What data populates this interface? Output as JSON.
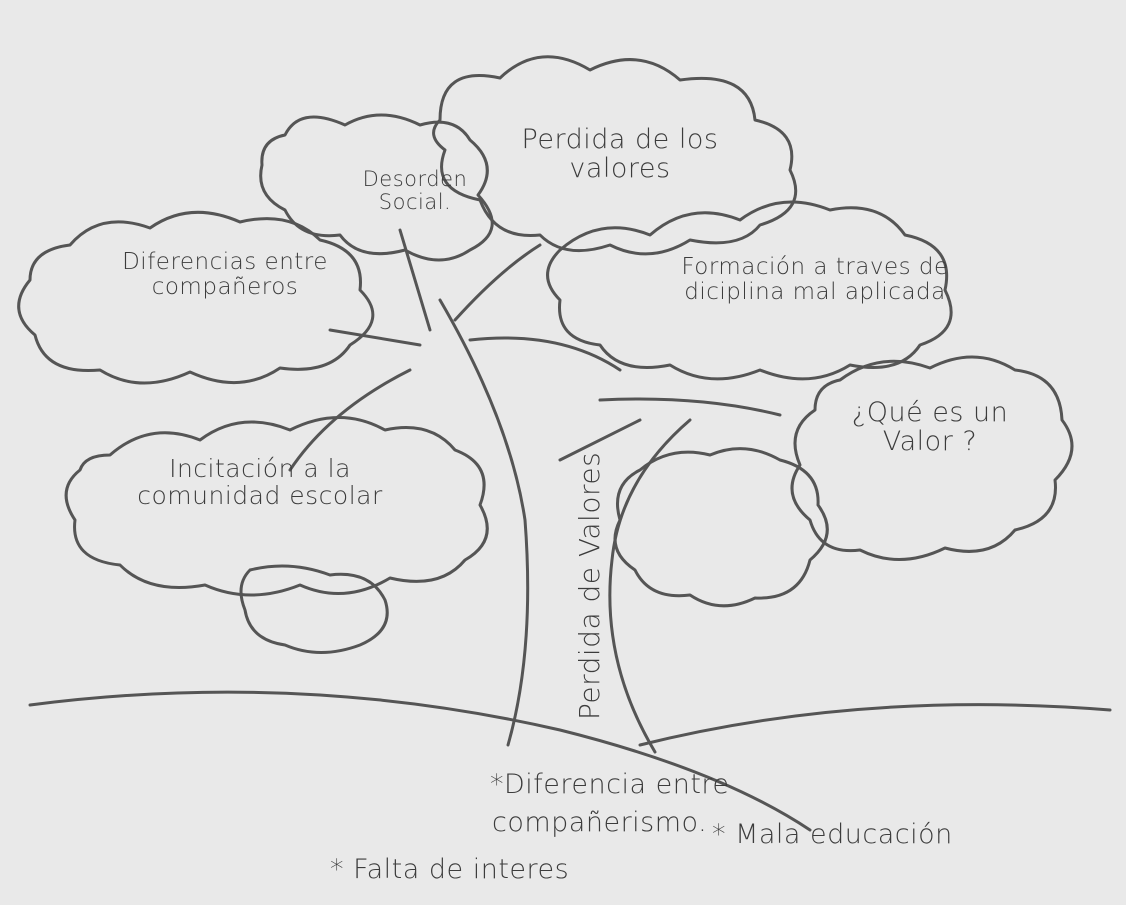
{
  "tree": {
    "crown": {
      "perdida_valores": "Perdida de los valores",
      "desorden_social": "Desorden Social.",
      "diferencias_companeros": "Diferencias entre compañeros",
      "formacion": "Formación a traves de diciplina mal aplicada",
      "que_es_valor": "¿Qué es un Valor ?",
      "incitacion": "Incitación a la comunidad escolar"
    },
    "trunk": "Perdida de Valores",
    "roots": {
      "item1_line1": "*Diferencia entre",
      "item1_line2": "compañerismo.",
      "item2": "* Mala educación",
      "item3": "* Falta de interes"
    }
  },
  "colors": {
    "paper": "#e9e9e9",
    "pencil": "#555555"
  }
}
